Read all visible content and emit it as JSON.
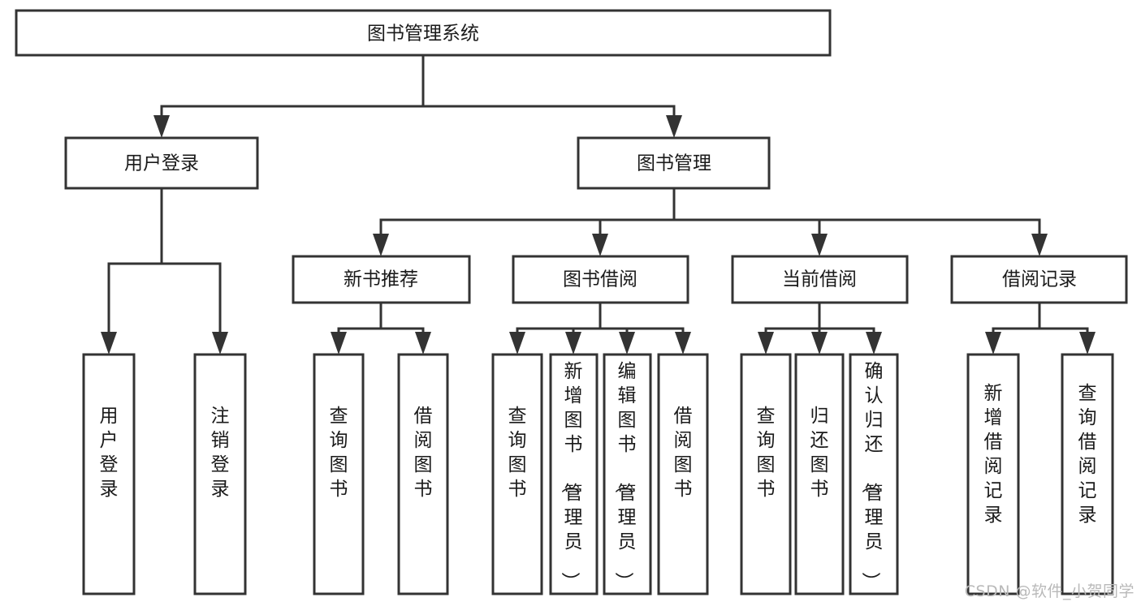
{
  "diagram": {
    "type": "tree-hierarchy",
    "title": "图书管理系统",
    "watermark": "CSDN @软件_小贺同学",
    "colors": {
      "box_stroke": "#333333",
      "box_fill": "#ffffff",
      "connector": "#333333",
      "text": "#1a1a1a",
      "watermark": "#b9b9b9",
      "background": "#ffffff"
    },
    "nodes": {
      "root": {
        "id": "root",
        "label": "图书管理系统",
        "level": 0,
        "orientation": "horizontal"
      },
      "l1": [
        {
          "id": "user-login",
          "label": "用户登录",
          "level": 1,
          "orientation": "horizontal"
        },
        {
          "id": "book-manage",
          "label": "图书管理",
          "level": 1,
          "orientation": "horizontal"
        }
      ],
      "l2": [
        {
          "id": "new-book-rec",
          "label": "新书推荐",
          "level": 2,
          "orientation": "horizontal",
          "parent": "book-manage"
        },
        {
          "id": "book-borrow",
          "label": "图书借阅",
          "level": 2,
          "orientation": "horizontal",
          "parent": "book-manage"
        },
        {
          "id": "current-borrow",
          "label": "当前借阅",
          "level": 2,
          "orientation": "horizontal",
          "parent": "book-manage"
        },
        {
          "id": "borrow-record",
          "label": "借阅记录",
          "level": 2,
          "orientation": "horizontal",
          "parent": "book-manage"
        }
      ],
      "leaves": [
        {
          "id": "leaf-user-login",
          "label": "用户登录",
          "parent": "user-login",
          "orientation": "vertical"
        },
        {
          "id": "leaf-user-logout",
          "label": "注销登录",
          "parent": "user-login",
          "orientation": "vertical"
        },
        {
          "id": "leaf-query-book-1",
          "label": "查询图书",
          "parent": "new-book-rec",
          "orientation": "vertical"
        },
        {
          "id": "leaf-borrow-book-1",
          "label": "借阅图书",
          "parent": "new-book-rec",
          "orientation": "vertical"
        },
        {
          "id": "leaf-query-book-2",
          "label": "查询图书",
          "parent": "book-borrow",
          "orientation": "vertical"
        },
        {
          "id": "leaf-add-book",
          "label": "新增图书（管理员）",
          "parent": "book-borrow",
          "orientation": "vertical"
        },
        {
          "id": "leaf-edit-book",
          "label": "编辑图书（管理员）",
          "parent": "book-borrow",
          "orientation": "vertical"
        },
        {
          "id": "leaf-borrow-book-2",
          "label": "借阅图书",
          "parent": "book-borrow",
          "orientation": "vertical"
        },
        {
          "id": "leaf-query-book-3",
          "label": "查询图书",
          "parent": "current-borrow",
          "orientation": "vertical"
        },
        {
          "id": "leaf-return-book",
          "label": "归还图书",
          "parent": "current-borrow",
          "orientation": "vertical"
        },
        {
          "id": "leaf-confirm-return",
          "label": "确认归还（管理员）",
          "parent": "current-borrow",
          "orientation": "vertical"
        },
        {
          "id": "leaf-add-record",
          "label": "新增借阅记录",
          "parent": "borrow-record",
          "orientation": "vertical"
        },
        {
          "id": "leaf-query-record",
          "label": "查询借阅记录",
          "parent": "borrow-record",
          "orientation": "vertical"
        }
      ]
    }
  }
}
